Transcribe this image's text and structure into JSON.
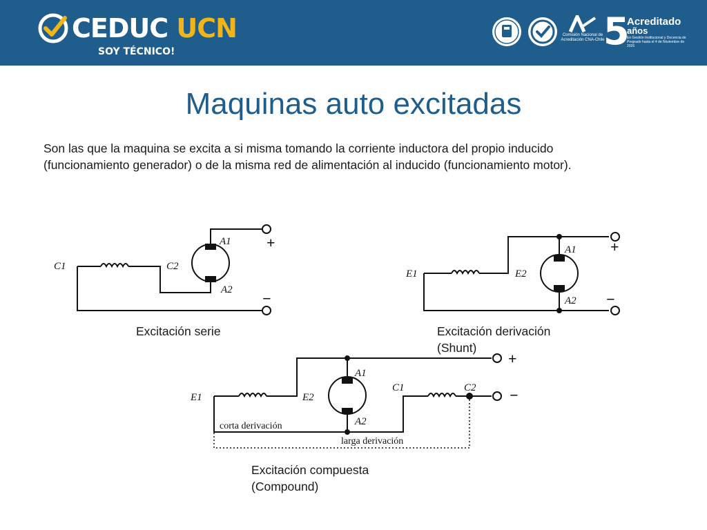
{
  "header": {
    "logo_main": "CEDUC",
    "logo_accent": "UCN",
    "logo_tagline": "SOY TÉCNICO!",
    "cna_text": "Comisión Nacional de Acreditación CNA-Chile",
    "accreditation_number": "5",
    "accreditation_title": "Acreditado",
    "accreditation_years": "años",
    "accreditation_detail": "En Gestión Institucional y Docencia de Pregrado hasta el 4 de Noviembre de 2026",
    "colors": {
      "bar": "#1f5e8c",
      "accent": "#f2b517"
    }
  },
  "slide": {
    "title": "Maquinas auto excitadas",
    "paragraph_line1": "Son las que la maquina se excita a si misma tomando la corriente inductora del propio inducido",
    "paragraph_line2": "(funcionamiento generador) o de la misma red de alimentación al inducido (funcionamiento motor)."
  },
  "diagrams": {
    "serie": {
      "caption": "Excitación serie",
      "labels": {
        "c1": "C1",
        "c2": "C2",
        "a1": "A1",
        "a2": "A2",
        "plus": "+",
        "minus": "−"
      }
    },
    "shunt": {
      "caption_line1": "Excitación derivación",
      "caption_line2": "(Shunt)",
      "labels": {
        "e1": "E1",
        "e2": "E2",
        "a1": "A1",
        "a2": "A2",
        "plus": "+",
        "minus": "−"
      }
    },
    "compound": {
      "caption_line1": "Excitación compuesta",
      "caption_line2": "(Compound)",
      "labels": {
        "e1": "E1",
        "e2": "E2",
        "c1": "C1",
        "c2": "C2",
        "a1": "A1",
        "a2": "A2",
        "plus": "+",
        "minus": "−",
        "short": "corta derivación",
        "long": "larga derivación"
      }
    }
  }
}
